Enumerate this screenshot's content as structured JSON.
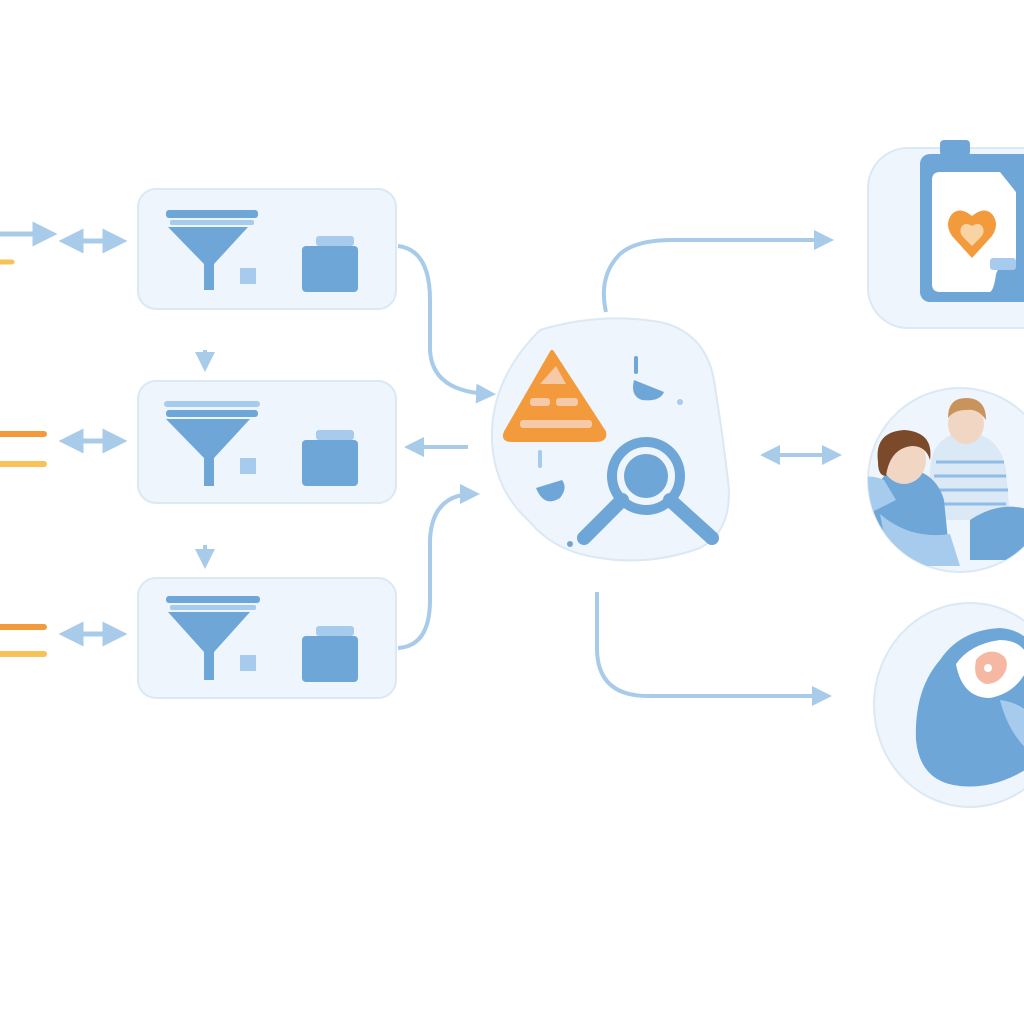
{
  "colors": {
    "background": "#ffffff",
    "panel_fill": "#eef5fc",
    "panel_stroke": "#dbe8f5",
    "icon_blue": "#6ea6d8",
    "icon_blue_light": "#a7cbec",
    "arrow": "#a9cbea",
    "accent_orange": "#f39a3c",
    "accent_yellow": "#f8c25a",
    "accent_pink": "#f6b8a3",
    "skin": "#f2d6c4",
    "hair_dark": "#7a4a2a",
    "hair_light": "#c9935c"
  },
  "inputs": [
    {
      "name": "input-line-1",
      "colors": [
        "#a9cbea",
        "#f8c25a"
      ]
    },
    {
      "name": "input-line-2",
      "colors": [
        "#f39a3c",
        "#f8c25a"
      ]
    },
    {
      "name": "input-line-3",
      "colors": [
        "#f39a3c",
        "#f8c25a"
      ]
    }
  ],
  "filter_stages": [
    {
      "name": "filter-stage-1",
      "icons": [
        "funnel-icon",
        "folder-icon"
      ]
    },
    {
      "name": "filter-stage-2",
      "icons": [
        "funnel-icon",
        "folder-icon"
      ]
    },
    {
      "name": "filter-stage-3",
      "icons": [
        "funnel-icon",
        "folder-icon"
      ]
    }
  ],
  "analysis_hub": {
    "icons": [
      "warning-triangle-icon",
      "magnifier-icon"
    ]
  },
  "outputs": [
    {
      "name": "output-card-heart-document",
      "icons": [
        "heart-document-icon"
      ]
    },
    {
      "name": "output-people-illustration",
      "icons": [
        "people-illustration"
      ]
    },
    {
      "name": "output-cell-illustration",
      "icons": [
        "cell-illustration"
      ]
    }
  ]
}
